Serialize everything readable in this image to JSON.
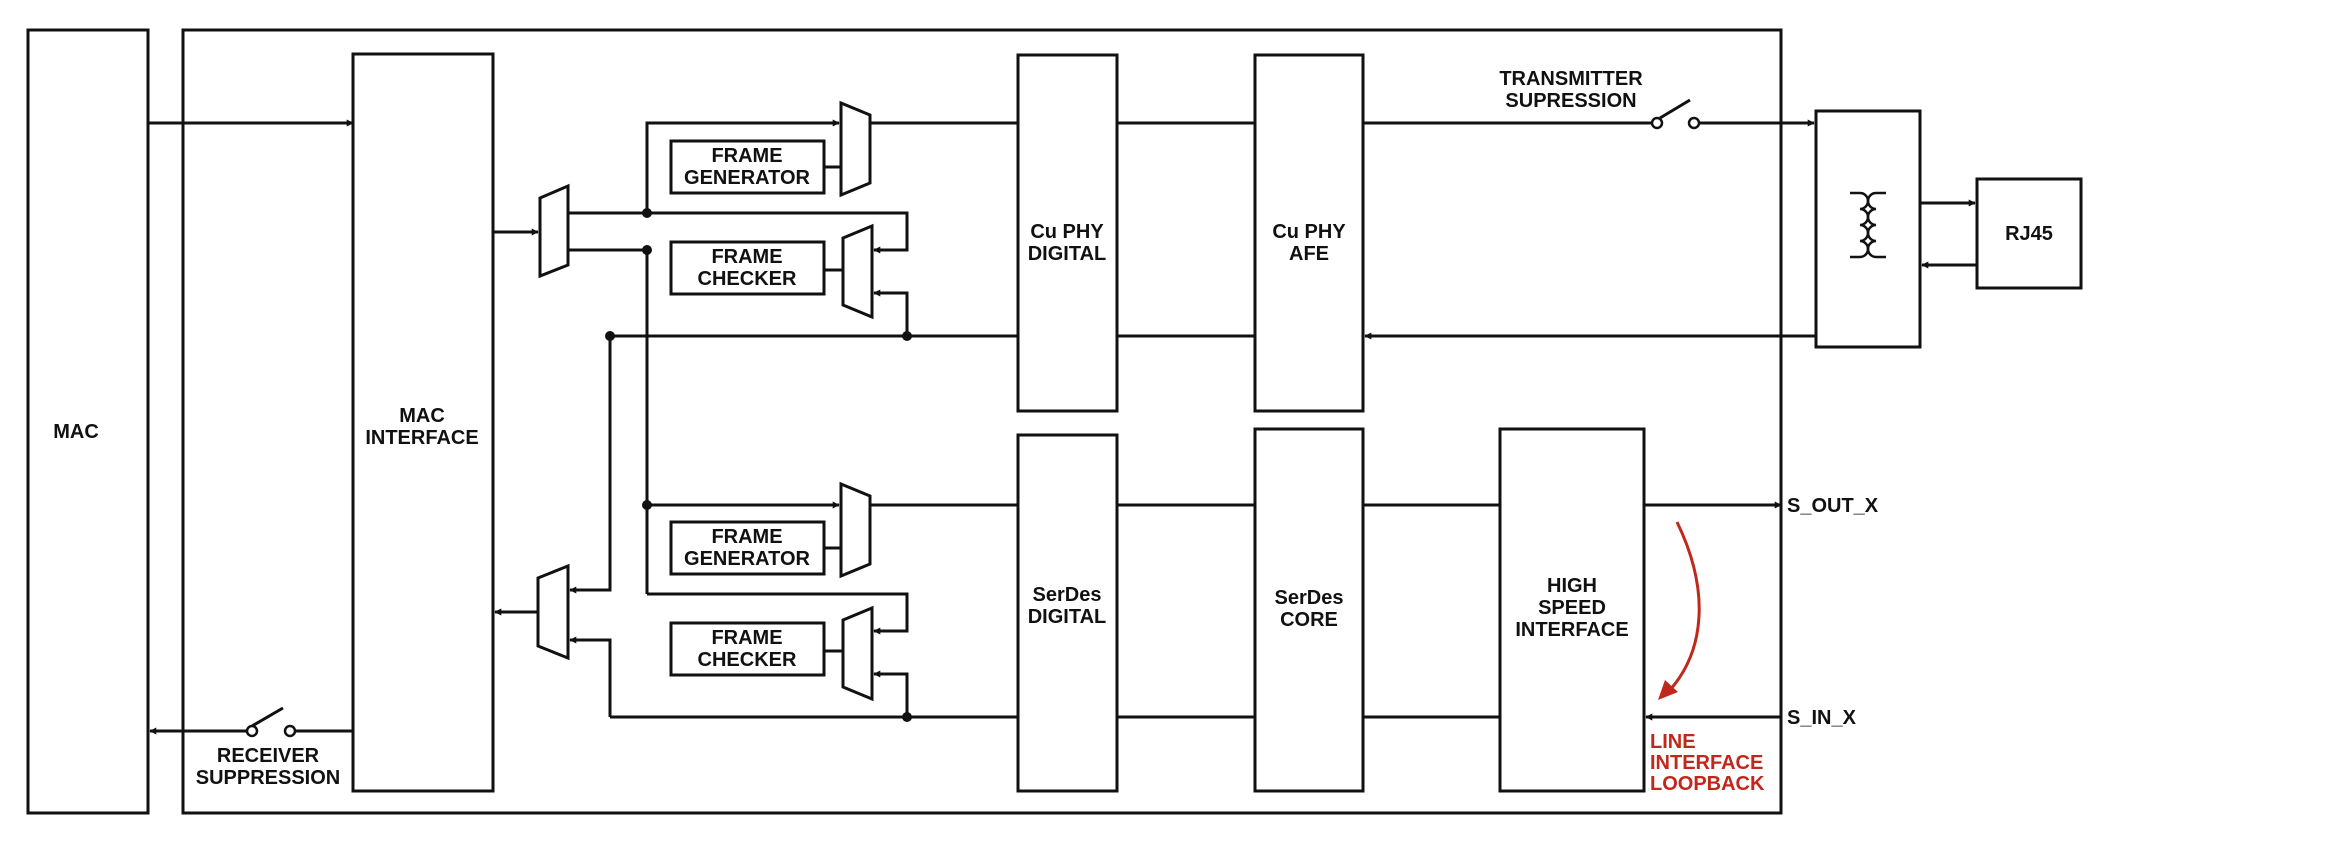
{
  "blocks": {
    "mac": "MAC",
    "mac_interface": [
      "MAC",
      "INTERFACE"
    ],
    "frame_generator": [
      "FRAME",
      "GENERATOR"
    ],
    "frame_checker": [
      "FRAME",
      "CHECKER"
    ],
    "cu_phy_digital": [
      "Cu PHY",
      "DIGITAL"
    ],
    "cu_phy_afe": [
      "Cu PHY",
      "AFE"
    ],
    "serdes_digital": [
      "SerDes",
      "DIGITAL"
    ],
    "serdes_core": [
      "SerDes",
      "CORE"
    ],
    "high_speed_interface": [
      "HIGH",
      "SPEED",
      "INTERFACE"
    ],
    "rj45": "RJ45"
  },
  "labels": {
    "transmitter_suppression": [
      "TRANSMITTER",
      "SUPRESSION"
    ],
    "receiver_suppression": [
      "RECEIVER",
      "SUPPRESSION"
    ],
    "s_out": "S_OUT_X",
    "s_in": "S_IN_X",
    "line_loopback": [
      "LINE",
      "INTERFACE",
      "LOOPBACK"
    ]
  },
  "colors": {
    "line": "#111111",
    "loopback": "#c0281b"
  }
}
